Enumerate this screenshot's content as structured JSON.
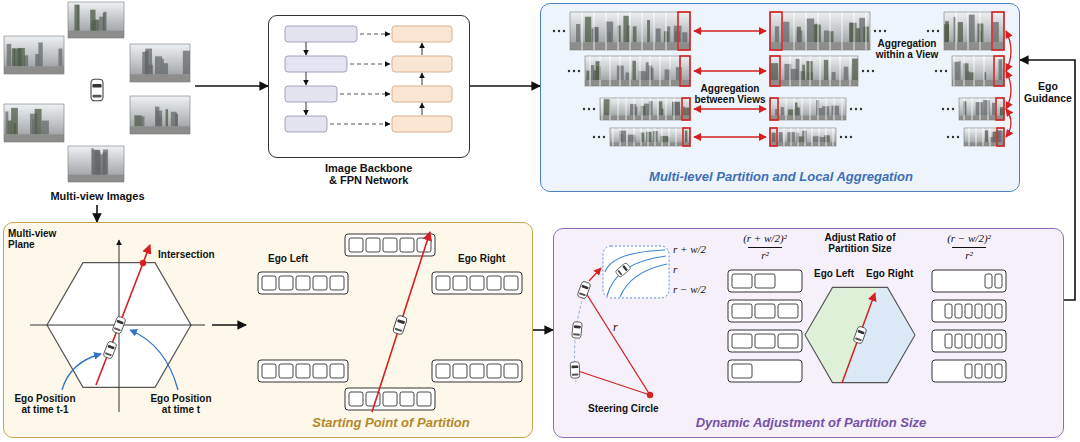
{
  "diagram": {
    "nodes": [
      {
        "text": [
          "Multi-view Images"
        ]
      },
      {
        "text": [
          "Image Backbone & FPN Network"
        ]
      },
      {
        "text": [
          "Multi-level Partition and Local Aggregation"
        ]
      },
      {
        "text": [
          "Starting Point of Partition"
        ]
      },
      {
        "text": [
          "Dynamic Adjustment of Partition Size"
        ]
      }
    ],
    "edges": [
      {
        "from": 0,
        "to": 1,
        "arrow": "to"
      },
      {
        "from": 1,
        "to": 2,
        "arrow": "to"
      },
      {
        "from": 0,
        "to": 3,
        "arrow": "to"
      },
      {
        "from": 3,
        "to": 4,
        "arrow": "to"
      },
      {
        "from": 4,
        "to": 2,
        "label": "Ego Guidance",
        "arrow": "to"
      }
    ],
    "labels": [
      "Aggregation between Views",
      "Aggregation within a View",
      "Multi-view Plane",
      "Intersection",
      "Ego Position at time t-1",
      "Ego Position at time t",
      "Ego Left",
      "Ego Right",
      "r + w/2",
      "r",
      "r − w/2",
      "r",
      "Steering Circle",
      "(r + w/2)²",
      "r²",
      "Adjust Ratio of Partition Size",
      "Ego Left",
      "Ego Right",
      "(r − w/2)²",
      "r²"
    ]
  }
}
